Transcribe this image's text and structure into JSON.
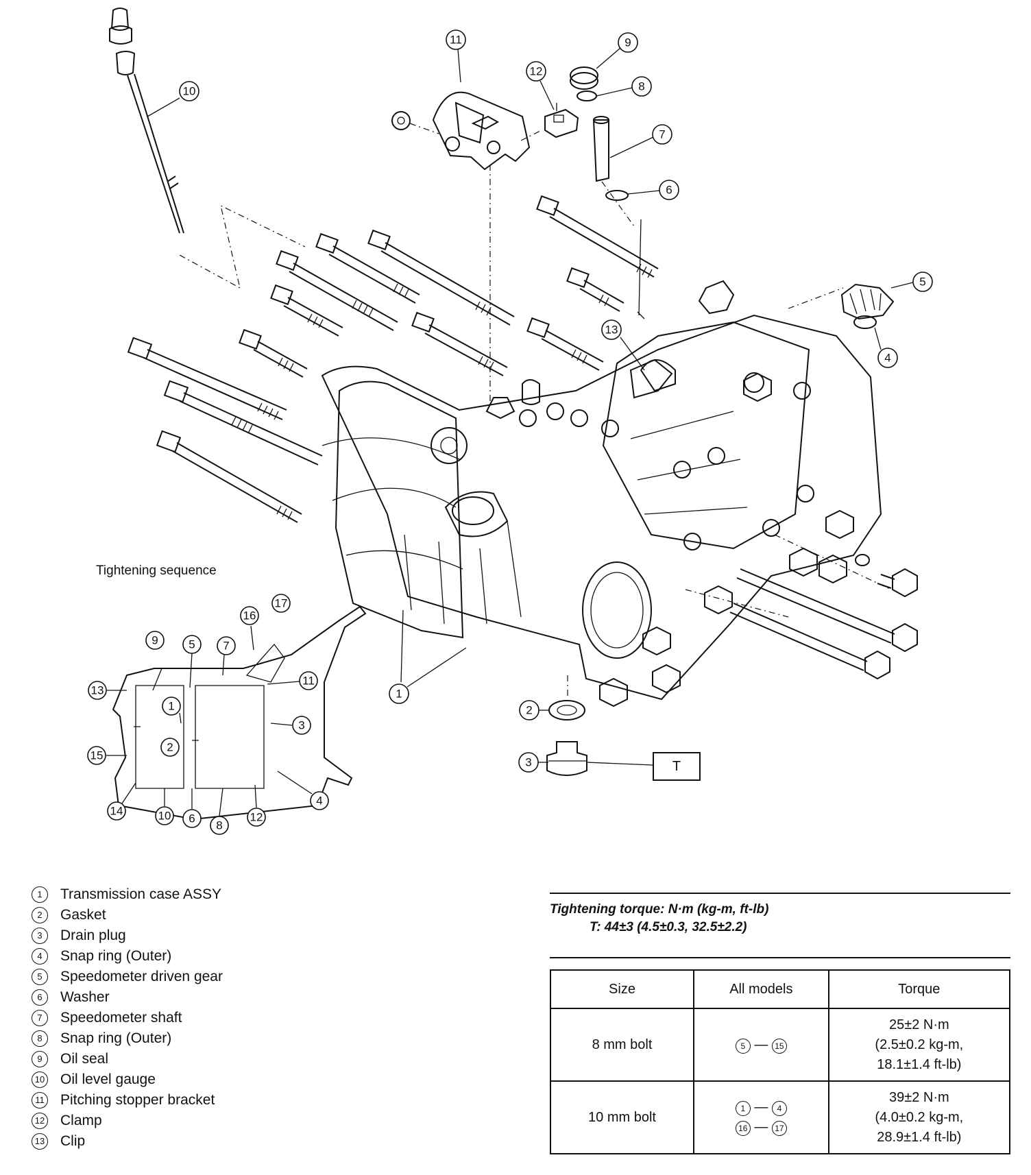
{
  "callouts": {
    "c11": "11",
    "c12": "12",
    "c9": "9",
    "c8": "8",
    "c10": "10",
    "c7": "7",
    "c6": "6",
    "c5": "5",
    "c4": "4",
    "c13": "13",
    "c1": "1",
    "c2": "2",
    "c3": "3"
  },
  "drain_plug_torque_box": "T",
  "sequence": {
    "title": "Tightening sequence",
    "numbers": [
      "1",
      "2",
      "3",
      "4",
      "5",
      "6",
      "7",
      "8",
      "9",
      "10",
      "11",
      "12",
      "13",
      "14",
      "15",
      "16",
      "17"
    ]
  },
  "legend": [
    {
      "num": "1",
      "label": "Transmission case ASSY"
    },
    {
      "num": "2",
      "label": "Gasket"
    },
    {
      "num": "3",
      "label": "Drain plug"
    },
    {
      "num": "4",
      "label": "Snap ring (Outer)"
    },
    {
      "num": "5",
      "label": "Speedometer driven gear"
    },
    {
      "num": "6",
      "label": "Washer"
    },
    {
      "num": "7",
      "label": "Speedometer shaft"
    },
    {
      "num": "8",
      "label": "Snap ring (Outer)"
    },
    {
      "num": "9",
      "label": "Oil seal"
    },
    {
      "num": "10",
      "label": "Oil level gauge"
    },
    {
      "num": "11",
      "label": "Pitching stopper bracket"
    },
    {
      "num": "12",
      "label": "Clamp"
    },
    {
      "num": "13",
      "label": "Clip"
    }
  ],
  "torque": {
    "title": "Tightening torque: N·m (kg-m, ft-lb)",
    "value": "T: 44±3 (4.5±0.3, 32.5±2.2)"
  },
  "table": {
    "headers": [
      "Size",
      "All models",
      "Torque"
    ],
    "rows": [
      {
        "size": "8 mm bolt",
        "models_a_from": "5",
        "models_a_to": "15",
        "models_b_from": "",
        "models_b_to": "",
        "torque_1": "25±2 N·m",
        "torque_2": "(2.5±0.2 kg-m,",
        "torque_3": "18.1±1.4 ft-lb)"
      },
      {
        "size": "10 mm bolt",
        "models_a_from": "1",
        "models_a_to": "4",
        "models_b_from": "16",
        "models_b_to": "17",
        "torque_1": "39±2 N·m",
        "torque_2": "(4.0±0.2 kg-m,",
        "torque_3": "28.9±1.4 ft-lb)"
      }
    ]
  }
}
